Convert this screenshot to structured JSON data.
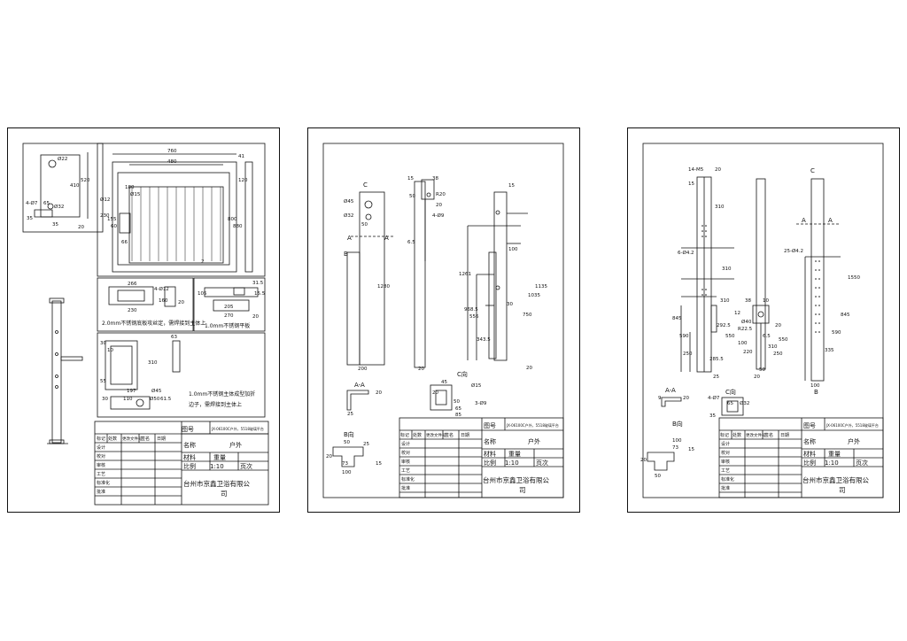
{
  "sheets": [
    {
      "title_block": {
        "drawing_no_label": "图号",
        "drawing_no": "JX-06100C户外，5518玻璃平台",
        "name_label": "名称",
        "name": "户外",
        "material_label": "材料",
        "weight_label": "重量",
        "scale_label": "比例",
        "scale": "1:10",
        "page_label": "页次",
        "company": "台州市京鑫卫浴有限公",
        "company_2": "司",
        "rev_headers": [
          "标记",
          "处数",
          "更改文件号",
          "签名",
          "日期"
        ],
        "rows": [
          "设计",
          "校对",
          "审核",
          "工艺",
          "标准化",
          "批准"
        ]
      },
      "dims": {
        "d1": "Ø22",
        "d2": "410",
        "d3": "520",
        "d4": "4-Ø7",
        "d5": "65",
        "d6": "Ø32",
        "d7": "35",
        "d8": "35",
        "d9": "20",
        "t1": "760",
        "t2": "480",
        "t3": "41",
        "t4": "120",
        "t5": "180",
        "t6": "Ø15",
        "t7": "Ø12",
        "t8": "230",
        "t9": "155",
        "t10": "60",
        "t11": "66",
        "t12": "800",
        "t13": "880",
        "t14": "2",
        "m1": "266",
        "m2": "4-Ø12",
        "m3": "230",
        "m4": "160",
        "m5": "20",
        "m6": "31.5",
        "m7": "15.5",
        "m8": "205",
        "m9": "270",
        "m10": "105",
        "m11": "20",
        "note1": "2.0mm不锈钢底板攻丝定，需焊接到主体上",
        "note2": "1.0mm不锈钢平板",
        "b1": "30",
        "b2": "10",
        "b3": "63",
        "b4": "310",
        "b5": "55",
        "b6": "197",
        "b7": "30",
        "b8": "110",
        "b9": "Ø45",
        "b10": "Ø50",
        "b11": "61.5",
        "note3": "1.0mm不锈钢主体成型加折",
        "note4": "边子，需焊接到主体上"
      }
    },
    {
      "title_block": {
        "drawing_no_label": "图号",
        "drawing_no": "JX-06100C户外，5518玻璃平台",
        "name_label": "名称",
        "name": "户外",
        "material_label": "材料",
        "weight_label": "重量",
        "scale_label": "比例",
        "scale": "1:10",
        "page_label": "页次",
        "company": "台州市京鑫卫浴有限公",
        "company_2": "司",
        "rev_headers": [
          "标记",
          "处数",
          "更改文件号",
          "签名",
          "日期"
        ],
        "rows": [
          "设计",
          "校对",
          "审核",
          "工艺",
          "标准化",
          "批准"
        ]
      },
      "dims": {
        "c": "C",
        "d1": "Ø45",
        "d2": "Ø32",
        "d3": "50",
        "a1": "A",
        "a2": "A",
        "b": "B",
        "h1": "1280",
        "w1": "200",
        "p1": "15",
        "p2": "38",
        "p3": "50",
        "p4": "R20",
        "p5": "20",
        "p6": "4-Ø9",
        "p7": "6.5",
        "p8": "20",
        "q1": "15",
        "q2": "1261",
        "q3": "968.5",
        "q4": "556",
        "q5": "343.5",
        "q6": "100",
        "q7": "1035",
        "q8": "1135",
        "q9": "30",
        "q10": "750",
        "q11": "20",
        "aa": "A-A",
        "aa1": "20",
        "aa2": "25",
        "cv": "C向",
        "cv1": "45",
        "cv2": "Ø15",
        "cv3": "20",
        "cv4": "50",
        "cv5": "65",
        "cv6": "85",
        "cv7": "3-Ø9",
        "bv": "B向",
        "bv1": "50",
        "bv2": "25",
        "bv3": "20",
        "bv4": "73",
        "bv5": "100",
        "bv6": "15"
      }
    },
    {
      "title_block": {
        "drawing_no_label": "图号",
        "drawing_no": "JX-06100C户外，5518玻璃平台",
        "name_label": "名称",
        "name": "户外",
        "material_label": "材料",
        "weight_label": "重量",
        "scale_label": "比例",
        "scale": "1:10",
        "page_label": "页次",
        "company": "台州市京鑫卫浴有限公",
        "company_2": "司",
        "rev_headers": [
          "标记",
          "处数",
          "更改文件号",
          "签名",
          "日期"
        ],
        "rows": [
          "设计",
          "校对",
          "审核",
          "工艺",
          "标准化",
          "批准"
        ]
      },
      "dims": {
        "r1": "14-M5",
        "r2": "20",
        "r3": "15",
        "r4": "310",
        "r5": "6-Ø4.2",
        "r6": "310",
        "r7": "845",
        "r8": "590",
        "r9": "310",
        "r10": "250",
        "r11": "285.5",
        "r12": "550",
        "r13": "292.5",
        "r14": "25",
        "r15": "12",
        "s1": "38",
        "s2": "10",
        "s3": "20",
        "s4": "Ø40",
        "s5": "R22.5",
        "s6": "6.5",
        "s7": "100",
        "s8": "220",
        "s9": "310",
        "s10": "250",
        "s11": "550",
        "s12": "20",
        "s13": "50",
        "u1": "C",
        "u2": "A",
        "u3": "A",
        "u4": "25-Ø4.2",
        "u5": "1550",
        "u6": "845",
        "u7": "590",
        "u8": "335",
        "u9": "100",
        "u10": "B",
        "aa": "A-A",
        "aa1": "9",
        "aa2": "20",
        "cv": "C向",
        "cv1": "4-Ø7",
        "cv2": "65",
        "cv3": "Ø32",
        "cv4": "35",
        "bv": "B向",
        "bv1": "100",
        "bv2": "73",
        "bv3": "20",
        "bv4": "50",
        "bv5": "15"
      }
    }
  ]
}
